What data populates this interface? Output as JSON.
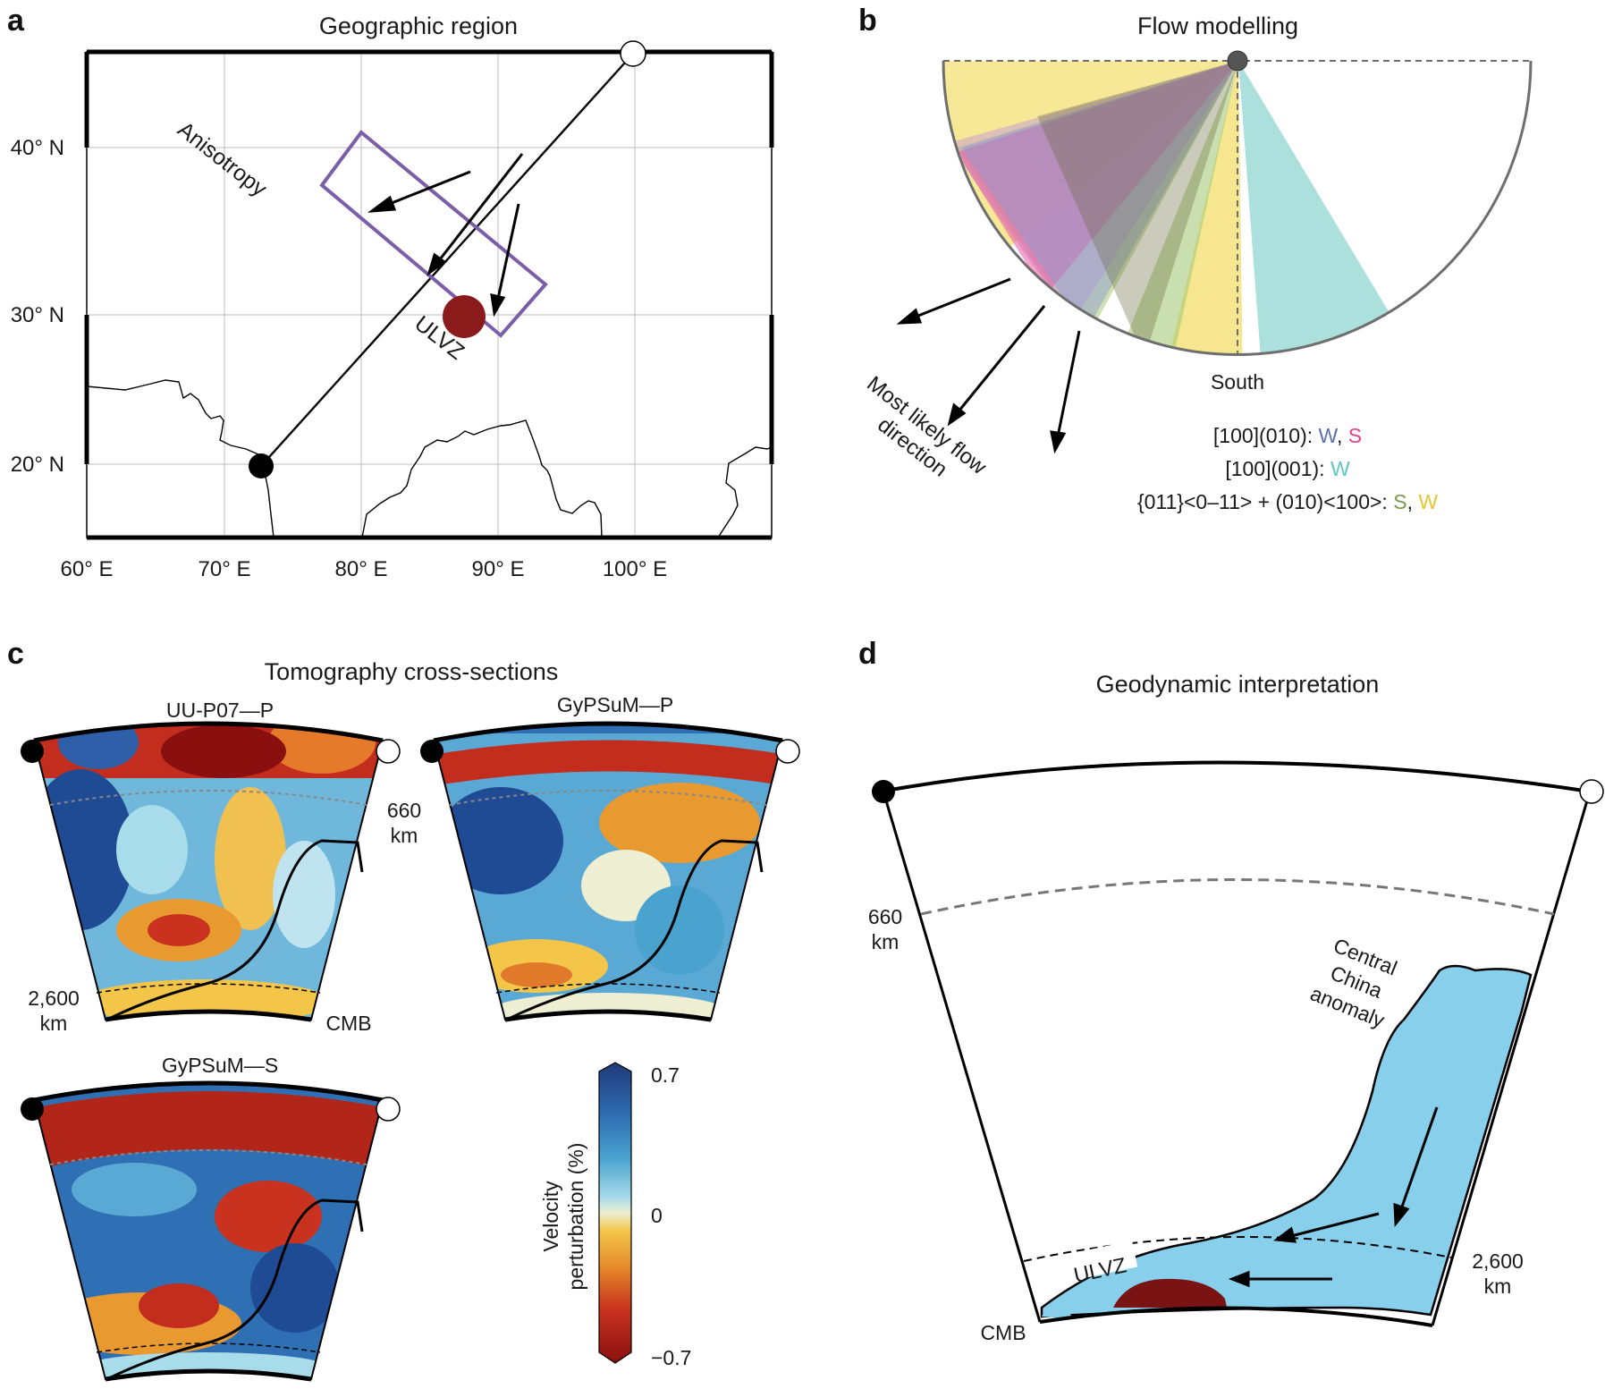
{
  "panels": {
    "a": {
      "letter": "a",
      "title": "Geographic region",
      "y_ticks": [
        "40° N",
        "30° N",
        "20° N"
      ],
      "x_ticks": [
        "60° E",
        "70° E",
        "80° E",
        "90° E",
        "100° E"
      ],
      "anisotropy_label": "Anisotropy",
      "ulvz_label": "ULVZ",
      "colors": {
        "anisotropy": "#7b5ea7",
        "ulvz": "#8b1a1a"
      }
    },
    "b": {
      "letter": "b",
      "title": "Flow modelling",
      "south_label": "South",
      "flow_label_line1": "Most likely flow",
      "flow_label_line2": "direction",
      "legend": [
        {
          "prefix": "[100](010): ",
          "a": "W",
          "sep": ", ",
          "b": "S",
          "colors": [
            "#5b6fae",
            "#e0418a"
          ]
        },
        {
          "prefix": "[100](001): ",
          "a": "W",
          "sep": "",
          "b": "",
          "colors": [
            "#5dc7c4",
            "#5dc7c4"
          ]
        },
        {
          "prefix": "{011}<0–11> + (010)<100>: ",
          "a": "S",
          "sep": ", ",
          "b": "W",
          "colors": [
            "#7a9a4a",
            "#e6c72e"
          ]
        }
      ]
    },
    "c": {
      "letter": "c",
      "title": "Tomography cross-sections",
      "models": [
        "UU-P07—P",
        "GyPSuM—P",
        "GyPSuM—S"
      ],
      "depth_660": [
        "660",
        "km"
      ],
      "depth_2600": [
        "2,600",
        "km"
      ],
      "cmb": "CMB",
      "colorbar": {
        "label_line1": "Velocity",
        "label_line2": "perturbation (%)",
        "max": "0.7",
        "mid": "0",
        "min": "−0.7"
      }
    },
    "d": {
      "letter": "d",
      "title": "Geodynamic interpretation",
      "depth_660": [
        "660",
        "km"
      ],
      "depth_2600": [
        "2,600",
        "km"
      ],
      "cmb": "CMB",
      "anomaly": [
        "Central",
        "China",
        "anomaly"
      ],
      "ulvz_label": "ULVZ"
    }
  }
}
